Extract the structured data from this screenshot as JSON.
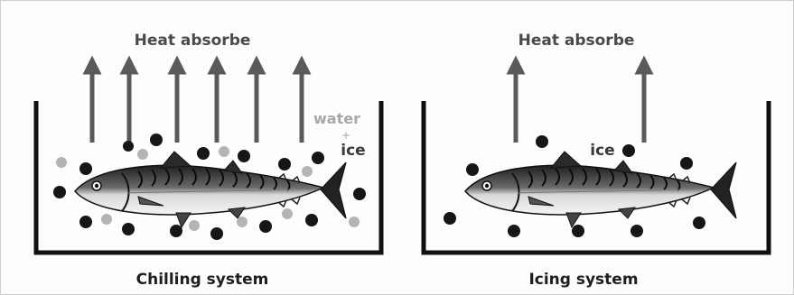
{
  "panels": [
    {
      "heading": "Heat absorbe",
      "caption": "Chilling system",
      "labels": {
        "water": "water",
        "plus": "+",
        "ice": "ice"
      }
    },
    {
      "heading": "Heat absorbe",
      "caption": "Icing system",
      "labels": {
        "ice": "ice"
      }
    }
  ],
  "colors": {
    "container": "#111111",
    "arrow": "#5a5a5a",
    "ice": "#161616",
    "water": "#b4b4b4",
    "fish_back": "#2a2a2a",
    "fish_belly": "#f2f2f2"
  }
}
